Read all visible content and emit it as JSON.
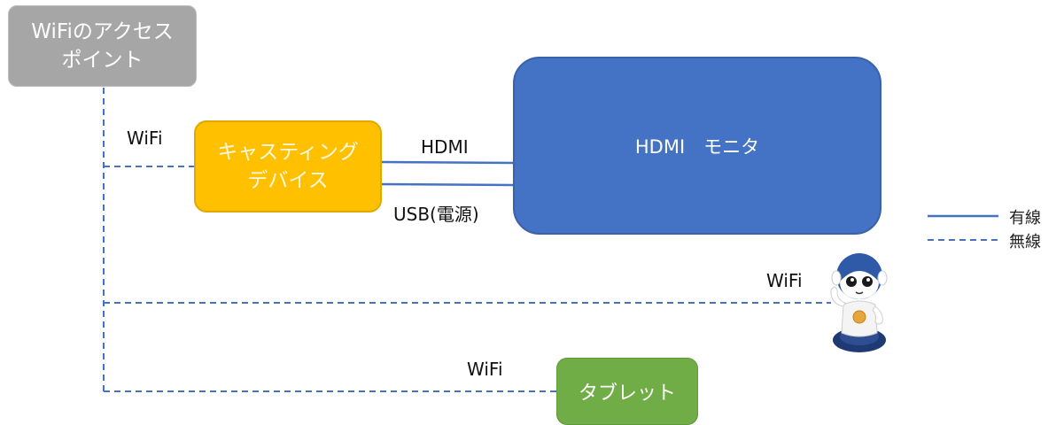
{
  "nodes": {
    "access_point": "WiFiのアクセス\nポイント",
    "casting_device": "キャスティング\nデバイス",
    "monitor": "HDMI　モニタ",
    "tablet": "タブレット"
  },
  "connections": {
    "wifi_cast": "WiFi",
    "hdmi": "HDMI",
    "usb_power": "USB(電源)",
    "wifi_robot": "WiFi",
    "wifi_tablet": "WiFi"
  },
  "legend": {
    "wired": "有線",
    "wireless": "無線"
  },
  "colors": {
    "line": "#4472c4",
    "access_point": "#a6a6a6",
    "casting_device": "#ffc000",
    "monitor": "#4472c4",
    "tablet": "#70ad47"
  }
}
